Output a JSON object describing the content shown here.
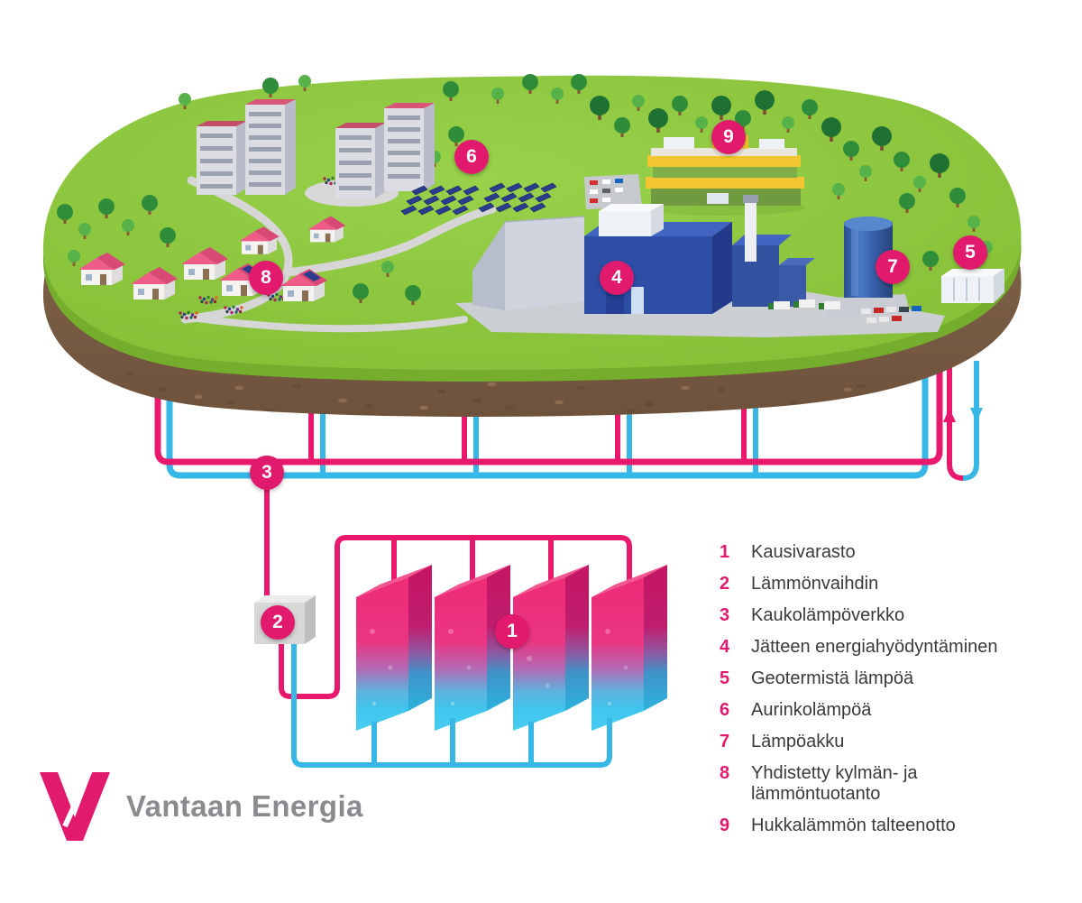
{
  "brand": {
    "logo_text": "Vantaan Energia",
    "pink": "#e21a6d",
    "blue": "#36b7e6",
    "green": "#8dc73f",
    "earth": "#7d6148"
  },
  "legend": {
    "items": [
      {
        "num": "1",
        "label": "Kausivarasto"
      },
      {
        "num": "2",
        "label": "Lämmönvaihdin"
      },
      {
        "num": "3",
        "label": "Kaukolämpöverkko"
      },
      {
        "num": "4",
        "label": "Jätteen energiahyödyntäminen"
      },
      {
        "num": "5",
        "label": "Geotermistä lämpöä"
      },
      {
        "num": "6",
        "label": "Aurinkolämpöä"
      },
      {
        "num": "7",
        "label": "Lämpöakku"
      },
      {
        "num": "8",
        "label": "Yhdistetty kylmän- ja\nlämmöntuotanto"
      },
      {
        "num": "9",
        "label": "Hukkalämmön talteenotto"
      }
    ]
  },
  "markers": [
    {
      "num": "1"
    },
    {
      "num": "2"
    },
    {
      "num": "3"
    },
    {
      "num": "4"
    },
    {
      "num": "5"
    },
    {
      "num": "6"
    },
    {
      "num": "7"
    },
    {
      "num": "8"
    },
    {
      "num": "9"
    }
  ]
}
